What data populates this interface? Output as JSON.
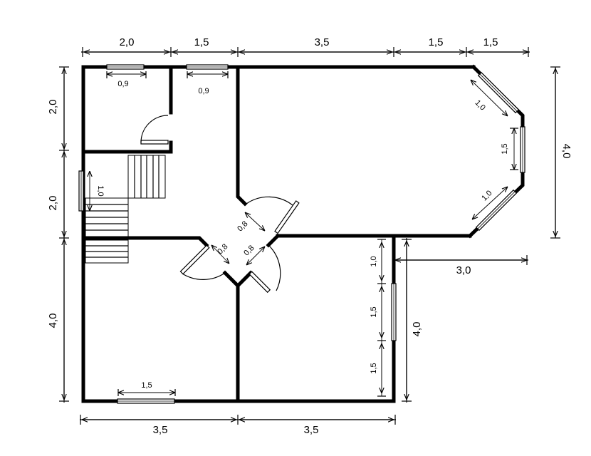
{
  "dimensions": {
    "top": [
      "2,0",
      "1,5",
      "3,5",
      "1,5",
      "1,5"
    ],
    "left": [
      "2,0",
      "2,0",
      "4,0"
    ],
    "bottom": [
      "3,5",
      "3,5"
    ],
    "right_bay": "4,0",
    "right_lower": "4,0",
    "right_offset": "3,0"
  },
  "openings": {
    "window_top_left": "0,9",
    "window_top_mid": "0,9",
    "window_bay_upper": "1,0",
    "window_bay_mid": "1,5",
    "window_bay_lower": "1,0",
    "window_stair": "1,0",
    "window_bottom": "1,5",
    "door_upper_right": "0,8",
    "door_lower_left": "0,8",
    "door_lower_right": "0,8",
    "right_wall_top": "1,0",
    "right_wall_mid": "1,5",
    "right_wall_bottom": "1,5"
  }
}
